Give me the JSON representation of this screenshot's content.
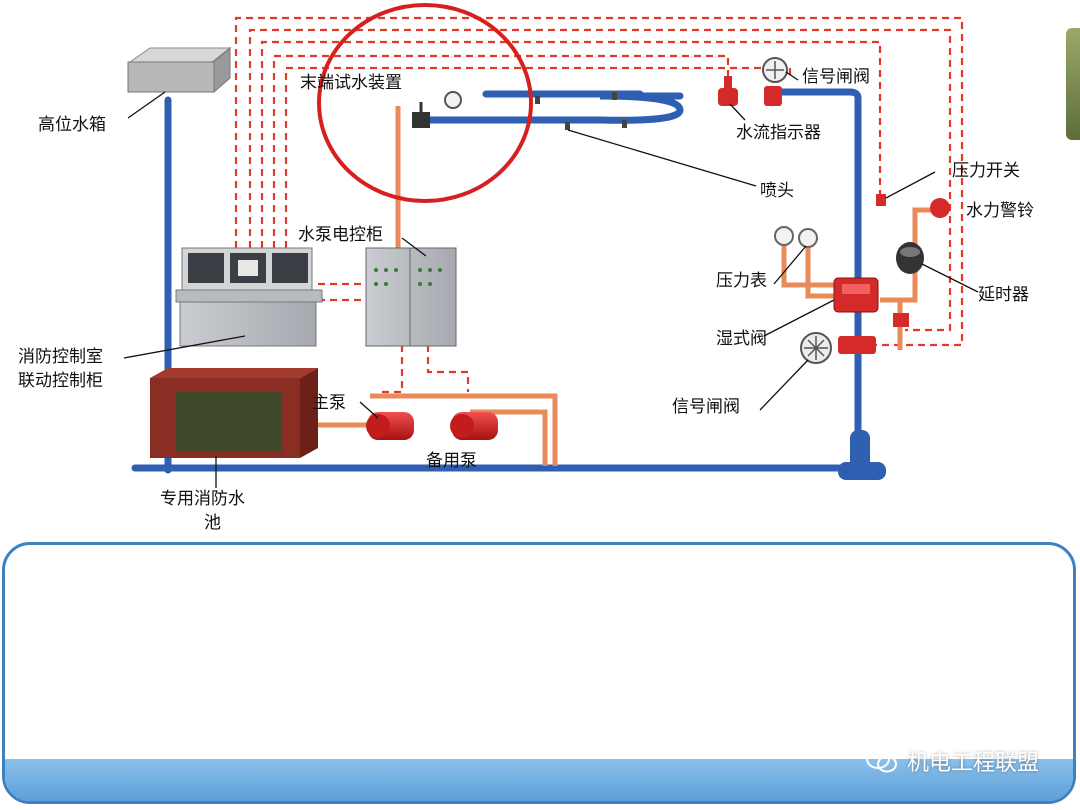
{
  "labels": {
    "high_tank": "高位水箱",
    "end_test": "末端试水装置",
    "signal_valve_top": "信号闸阀",
    "flow_indicator": "水流指示器",
    "sprinkler": "喷头",
    "pressure_switch": "压力开关",
    "alarm_bell": "水力警铃",
    "pump_cabinet": "水泵电控柜",
    "pressure_gauge": "压力表",
    "delay_device": "延时器",
    "wet_valve": "湿式阀",
    "control_room_1": "消防控制室",
    "control_room_2": "联动控制柜",
    "signal_valve_bottom": "信号闸阀",
    "main_pump": "主泵",
    "standby_pump": "备用泵",
    "pool_1": "专用消防水",
    "pool_2": "池"
  },
  "watermark": "机电工程联盟",
  "colors": {
    "pipe_blue": "#2f5fb0",
    "pipe_orange": "#e88a5a",
    "signal_dash": "#e23a2a",
    "highlight_circle": "#d62020",
    "panel_border": "#3c82c0"
  }
}
